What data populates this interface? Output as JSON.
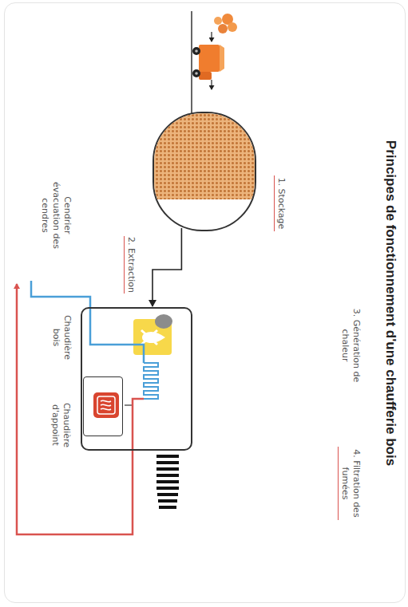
{
  "diagram": {
    "title": "Principes de fonctionnement d'une chaufferie bois",
    "nodes": [
      {
        "text": [
          "1. Stockage"
        ]
      },
      {
        "text": [
          "Chaudière bois"
        ]
      },
      {
        "text": [
          "Chaudière d'appoint"
        ],
        "in": 1
      }
    ],
    "edges": [
      {
        "from": 0,
        "to": 1,
        "arrow": "to",
        "label": "2. Extraction"
      }
    ],
    "labels": [
      "3. Génération de chaleur",
      "4. Filtration des fumées",
      "Cendrier évacuation des cendres"
    ]
  }
}
